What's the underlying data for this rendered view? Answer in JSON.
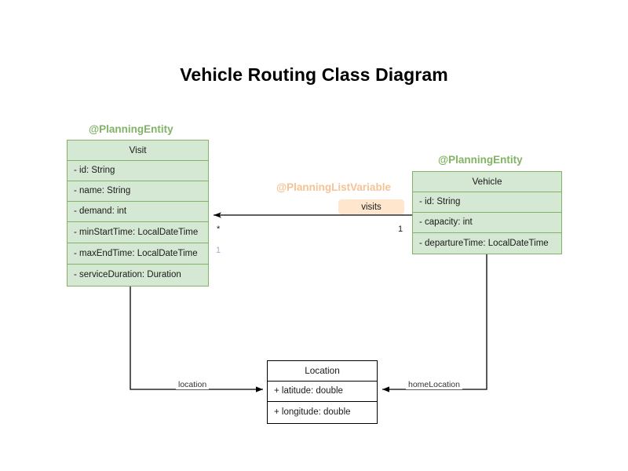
{
  "diagram": {
    "title": "Vehicle Routing Class Diagram",
    "type": "uml-class-diagram",
    "background": "#ffffff",
    "palette": {
      "entity_fill": "#d5e8d4",
      "entity_border": "#82b366",
      "entity_stereotype_text": "#82b366",
      "list_variable_stereotype_text": "#f5c396",
      "role_badge_fill": "#ffe6cc",
      "plain_fill": "#ffffff",
      "plain_border": "#000000",
      "edge_stroke": "#000000",
      "lilac_multiplicity": "#b9a0cc"
    }
  },
  "classes": [
    {
      "id": "visit",
      "name": "Visit",
      "stereotype": "@PlanningEntity",
      "style": "green",
      "attributes": [
        "- id: String",
        "- name: String",
        "- demand: int",
        "- minStartTime: LocalDateTime",
        "- maxEndTime: LocalDateTime",
        "- serviceDuration: Duration"
      ]
    },
    {
      "id": "vehicle",
      "name": "Vehicle",
      "stereotype": "@PlanningEntity",
      "style": "green",
      "attributes": [
        "- id: String",
        "- capacity: int",
        "- departureTime: LocalDateTime"
      ]
    },
    {
      "id": "location",
      "name": "Location",
      "stereotype": null,
      "style": "plain",
      "attributes": [
        "+ latitude: double",
        "+ longitude: double"
      ]
    }
  ],
  "annotations": {
    "planning_list_variable": "@PlanningListVariable"
  },
  "relationships": [
    {
      "id": "vehicle-visits",
      "from": "vehicle",
      "to": "visit",
      "role_label": "visits",
      "source_multiplicity": "1",
      "target_multiplicity": "*",
      "extra_multiplicity": "1",
      "arrow": "open-filled-left"
    },
    {
      "id": "visit-location",
      "from": "visit",
      "to": "location",
      "role_label": "location",
      "arrow": "filled-right"
    },
    {
      "id": "vehicle-homelocation",
      "from": "vehicle",
      "to": "location",
      "role_label": "homeLocation",
      "arrow": "filled-left"
    }
  ]
}
